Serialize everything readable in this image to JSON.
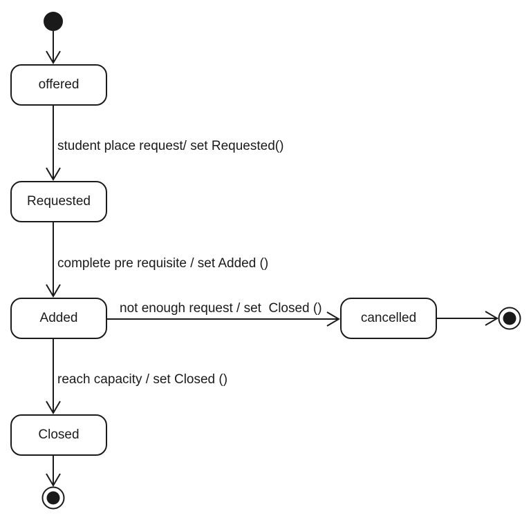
{
  "diagram": {
    "kind": "uml-state-diagram",
    "colors": {
      "ink": "#1a1a1a",
      "node_fill": "#ffffff",
      "background": "#ffffff"
    },
    "states": [
      {
        "label": "offered"
      },
      {
        "label": "Requested"
      },
      {
        "label": "Added"
      },
      {
        "label": "cancelled"
      },
      {
        "label": "Closed"
      }
    ],
    "transitions": [
      {
        "from": "initial",
        "to": "offered",
        "label": ""
      },
      {
        "from": "offered",
        "to": "Requested",
        "label": "student place request/ set Requested()"
      },
      {
        "from": "Requested",
        "to": "Added",
        "label": "complete pre requisite / set Added ()"
      },
      {
        "from": "Added",
        "to": "cancelled",
        "label": "not enough request / set  Closed ()"
      },
      {
        "from": "Added",
        "to": "Closed",
        "label": "reach capacity / set Closed ()"
      },
      {
        "from": "cancelled",
        "to": "final",
        "label": ""
      },
      {
        "from": "Closed",
        "to": "final",
        "label": ""
      }
    ]
  }
}
